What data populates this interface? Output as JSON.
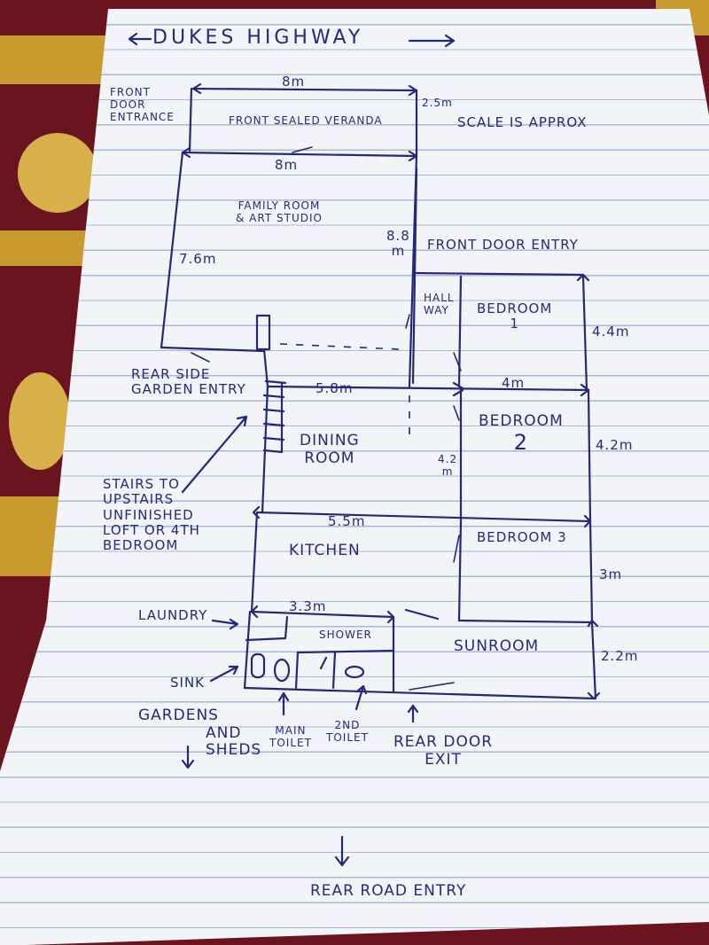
{
  "title": "DUKES HIGHWAY",
  "scale_note": "SCALE IS APPROX",
  "front_door_entrance": [
    "FRONT",
    "DOOR",
    "ENTRANCE"
  ],
  "front_door_entry": "FRONT DOOR ENTRY",
  "rear_side_entry": [
    "REAR SIDE",
    "GARDEN ENTRY"
  ],
  "stairs_note": [
    "STAIRS TO",
    "UPSTAIRS",
    "UNFINISHED",
    "LOFT OR 4TH",
    "BEDROOM"
  ],
  "rooms": {
    "veranda": "FRONT SEALED VERANDA",
    "family": [
      "FAMILY ROOM",
      "& ART STUDIO"
    ],
    "hallway": [
      "HALL",
      "WAY"
    ],
    "bedroom1": [
      "BEDROOM",
      "1"
    ],
    "bedroom2": [
      "BEDROOM",
      "2"
    ],
    "bedroom3": "BEDROOM 3",
    "dining": [
      "DINING",
      "ROOM"
    ],
    "kitchen": "KITCHEN",
    "laundry": "LAUNDRY",
    "shower": "SHOWER",
    "sunroom": "SUNROOM",
    "sink": "SINK"
  },
  "dimensions": {
    "veranda_width": "8m",
    "veranda_depth": "2.5m",
    "family_width": "8m",
    "family_depth": "7.6m",
    "hall_length": "8.8\nm",
    "dining_width": "5.8m",
    "dining_depth": "4.2\nm",
    "kitchen_width": "5.5m",
    "laundry_width": "3.3m",
    "bed1_depth": "4.4m",
    "bed1_width": "4m",
    "bed2_depth": "4.2m",
    "bed3_depth": "3m",
    "sunroom_depth": "2.2m"
  },
  "toilets": {
    "main": [
      "MAIN",
      "TOILET"
    ],
    "second": [
      "2ND",
      "TOILET"
    ]
  },
  "rear_door": [
    "REAR DOOR",
    "EXIT"
  ],
  "gardens": [
    "GARDENS",
    "AND",
    "SHEDS"
  ],
  "rear_road": "REAR ROAD ENTRY"
}
